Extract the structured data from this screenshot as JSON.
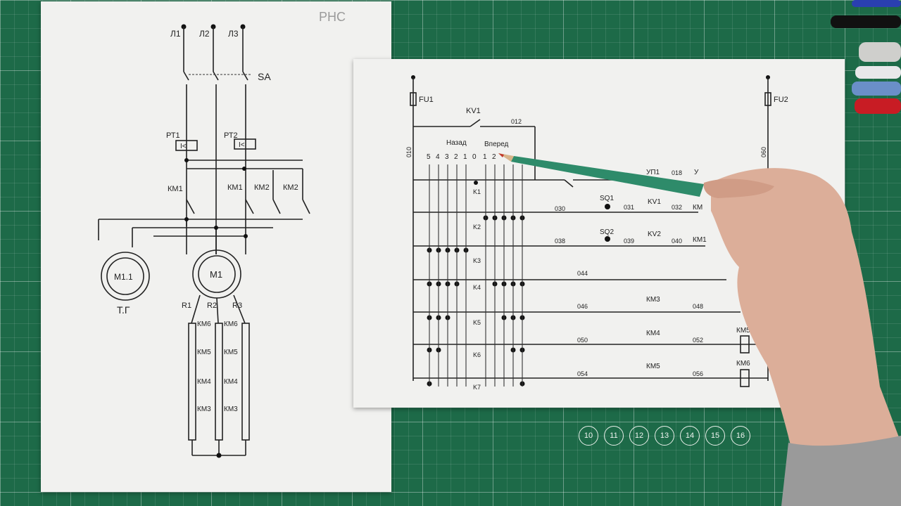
{
  "left_sheet": {
    "corner_note": "РНС",
    "phases": [
      "Л1",
      "Л2",
      "Л3"
    ],
    "switch": "SA",
    "relays": [
      "РТ1",
      "РТ2"
    ],
    "relay_symbol": "I<",
    "contacts_left": "КМ1",
    "contacts_mid": [
      "КМ1",
      "КМ2",
      "КМ2"
    ],
    "motor_gen": "М1.1",
    "motor_main": "М1",
    "gen_label": "Т.Г",
    "resistors": [
      "R1",
      "R2",
      "R3"
    ],
    "resistor_contacts": [
      "КМ6",
      "КМ5",
      "КМ4",
      "КМ3"
    ]
  },
  "right_sheet": {
    "fuse_left": "FU1",
    "fuse_right": "FU2",
    "wire_left": "010",
    "wire_right": "060",
    "top_relay": "KV1",
    "top_wire": "012",
    "back_label": "Назад",
    "forward_label": "Вперед",
    "positions_back": [
      "5",
      "4",
      "3",
      "2",
      "1",
      "0"
    ],
    "positions_fwd": [
      "1",
      "2"
    ],
    "rows": [
      {
        "contact": "K1",
        "w1": "",
        "w2": "",
        "dev1": "УП1",
        "w3": "018",
        "dev2": "У"
      },
      {
        "contact": "K2",
        "w1": "030",
        "dev0": "SQ1",
        "w2": "031",
        "dev1": "KV1",
        "w3": "032",
        "dev2": "КМ"
      },
      {
        "contact": "K3",
        "w1": "038",
        "dev0": "SQ2",
        "w2": "039",
        "dev1": "KV2",
        "w3": "040",
        "dev2": "КМ1"
      },
      {
        "contact": "K4",
        "w1": "044"
      },
      {
        "contact": "K5",
        "w1": "046",
        "dev1": "КМ3",
        "w3": "048"
      },
      {
        "contact": "K6",
        "w1": "050",
        "dev1": "КМ4",
        "w3": "052",
        "coil": "КМ5"
      },
      {
        "contact": "K7",
        "w1": "054",
        "dev1": "КМ5",
        "w3": "056",
        "coil": "КМ6"
      }
    ]
  },
  "mat_numbers": [
    "10",
    "11",
    "12",
    "13",
    "14",
    "15",
    "16"
  ],
  "colors": {
    "mat": "#1d6a48",
    "paper": "#f1f1ef",
    "pencil": "#2e8b6a",
    "ink": "#222222"
  }
}
